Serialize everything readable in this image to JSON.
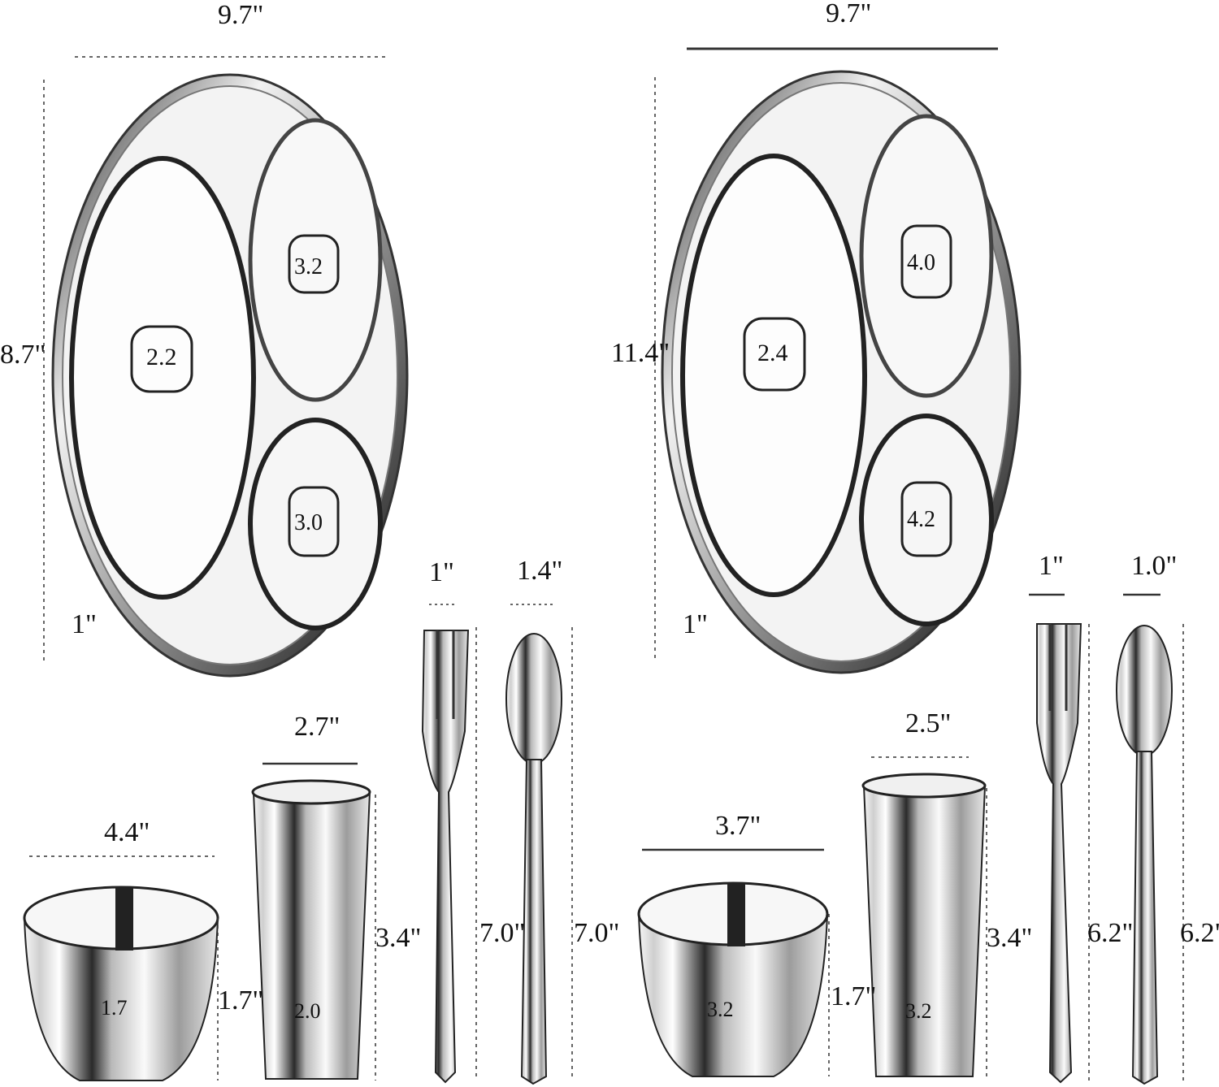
{
  "sets": [
    {
      "name": "set-left",
      "plate": {
        "width": "9.7\"",
        "height": "8.7\"",
        "depth": "1\"",
        "compartment_numbers": [
          "2.2",
          "3.2",
          "3.0"
        ]
      },
      "fork": {
        "width": "1\"",
        "length": "7.0\""
      },
      "spoon": {
        "width": "1.4\"",
        "length": "7.0\""
      },
      "cup": {
        "width": "2.7\"",
        "height": "3.4\"",
        "number": "2.0"
      },
      "bowl": {
        "width": "4.4\"",
        "height": "1.7\"",
        "number": "1.7"
      }
    },
    {
      "name": "set-right",
      "plate": {
        "width": "9.7\"",
        "height": "11.4\"",
        "depth": "1\"",
        "compartment_numbers": [
          "2.4",
          "4.0",
          "4.2"
        ]
      },
      "fork": {
        "width": "1\"",
        "length": "6.2\""
      },
      "spoon": {
        "width": "1.0\"",
        "length": "6.2\""
      },
      "cup": {
        "width": "2.5\"",
        "height": "3.4\"",
        "number": "3.2"
      },
      "bowl": {
        "width": "3.7\"",
        "height": "1.7\"",
        "number": "3.2"
      }
    }
  ],
  "colors": {
    "steel_dark": "#1a1a1a",
    "steel_mid": "#8a8a8a",
    "steel_light": "#eeeeee",
    "background": "#ffffff"
  }
}
